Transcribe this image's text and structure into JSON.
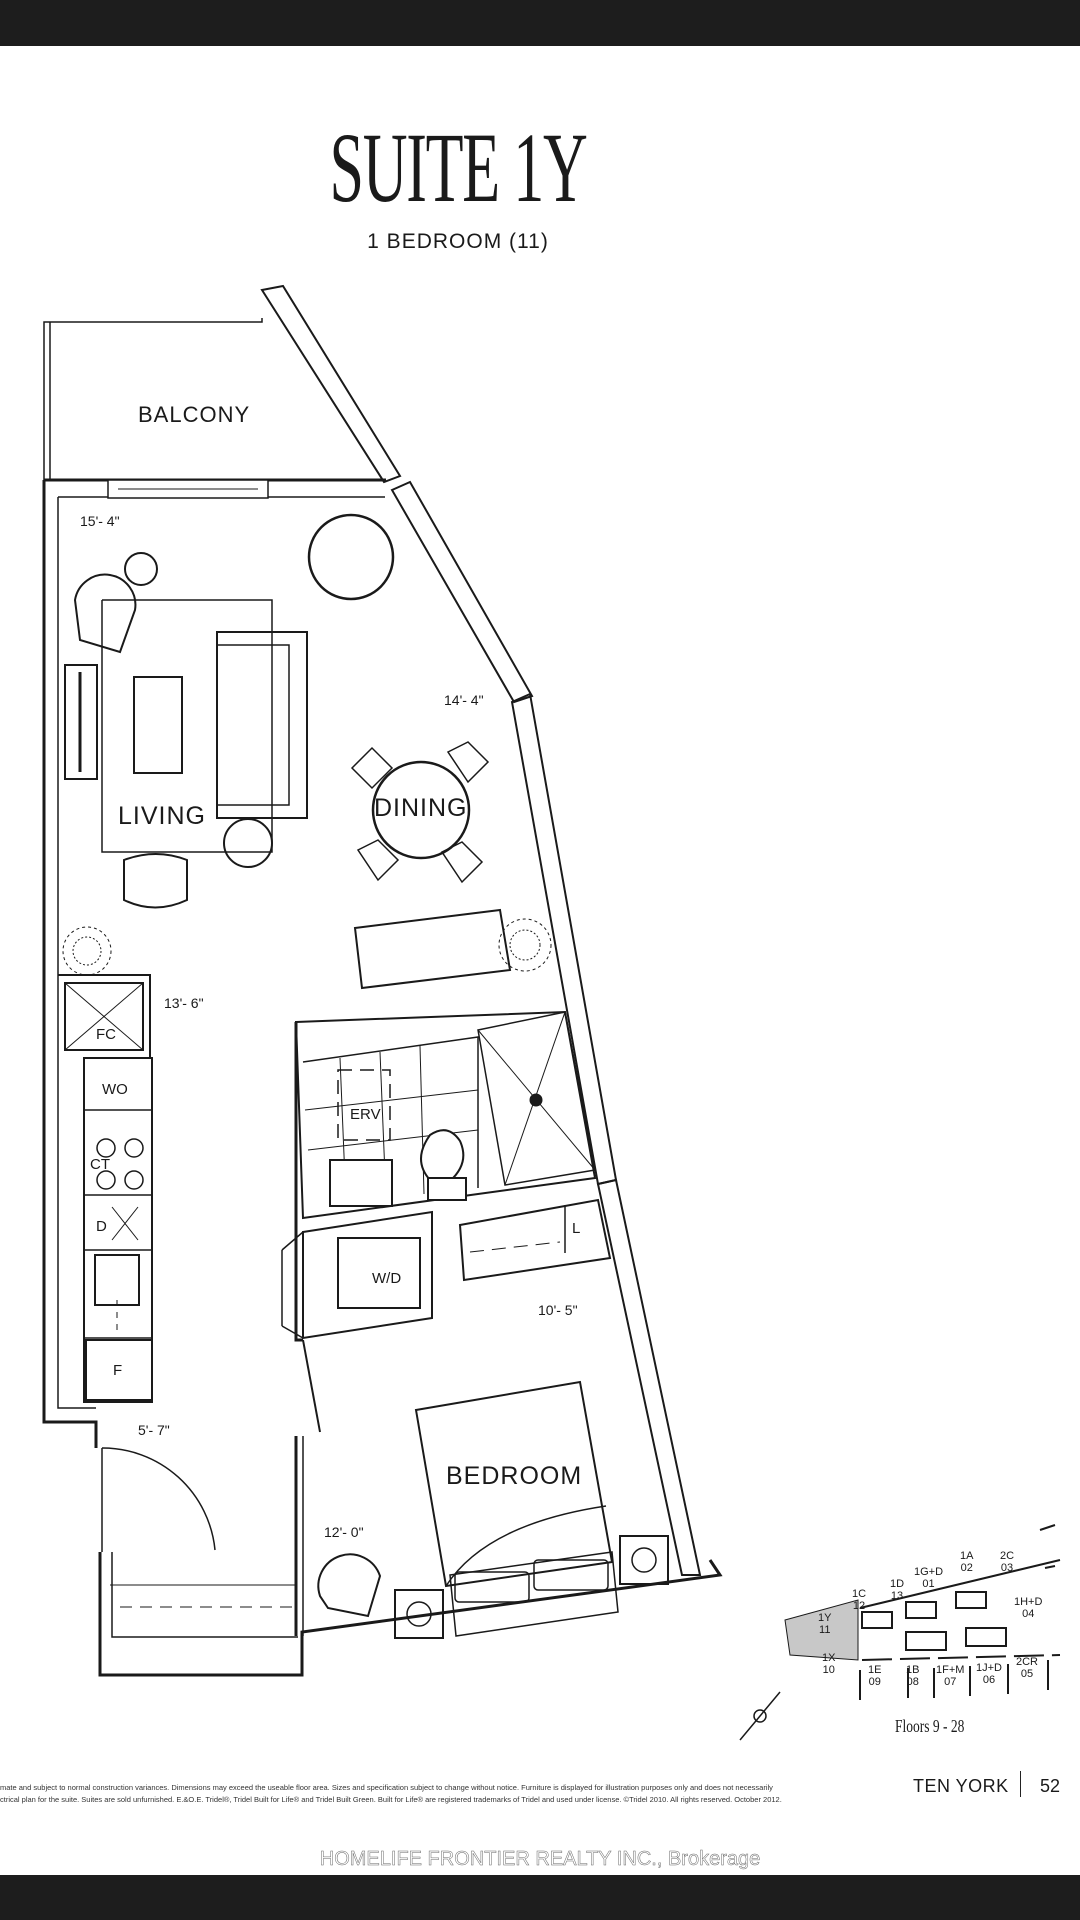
{
  "header": {
    "title": "SUITE 1Y",
    "subtitle": "1 BEDROOM (11)"
  },
  "rooms": {
    "balcony": "BALCONY",
    "living": "LIVING",
    "dining": "DINING",
    "bedroom": "BEDROOM"
  },
  "dimensions": {
    "balcony_living": "15'- 4\"",
    "dining": "14'- 4\"",
    "kitchen": "13'- 6\"",
    "bedroom_closet": "10'- 5\"",
    "entry": "5'- 7\"",
    "bedroom": "12'- 0\""
  },
  "appliances": {
    "fc": "FC",
    "wo": "WO",
    "ct": "CT",
    "d": "D",
    "f": "F",
    "erv": "ERV",
    "wd": "W/D",
    "l": "L"
  },
  "key_plan": {
    "units": [
      {
        "id": "1Y",
        "n": "11",
        "highlight": true
      },
      {
        "id": "1X",
        "n": "10"
      },
      {
        "id": "1C",
        "n": "12"
      },
      {
        "id": "1D",
        "n": "13"
      },
      {
        "id": "1G+D",
        "n": "01"
      },
      {
        "id": "1A",
        "n": "02"
      },
      {
        "id": "2C",
        "n": "03"
      },
      {
        "id": "1H+D",
        "n": "04"
      },
      {
        "id": "2CR",
        "n": "05"
      },
      {
        "id": "1J+D",
        "n": "06"
      },
      {
        "id": "1F+M",
        "n": "07"
      },
      {
        "id": "1B",
        "n": "08"
      },
      {
        "id": "1E",
        "n": "09"
      }
    ],
    "floors": "Floors 9 - 28"
  },
  "footer": {
    "disclaimer_line1": "mate and subject to normal construction variances. Dimensions may exceed the useable floor area. Sizes and specification subject to change without notice. Furniture is displayed for illustration purposes only and does not necessarily",
    "disclaimer_line2": "ctrical plan for the suite. Suites are sold unfurnished. E.&O.E. Tridel®, Tridel Built for Life® and Tridel Built Green. Built for Life® are registered trademarks of Tridel and used under license. ©Tridel 2010. All rights reserved. October 2012.",
    "brand": "TEN YORK",
    "page": "52"
  },
  "watermark": "HOMELIFE FRONTIER REALTY INC., Brokerage",
  "colors": {
    "bar": "#1d1d1d",
    "line": "#1a1a1a",
    "highlight": "#c8c8c8"
  }
}
